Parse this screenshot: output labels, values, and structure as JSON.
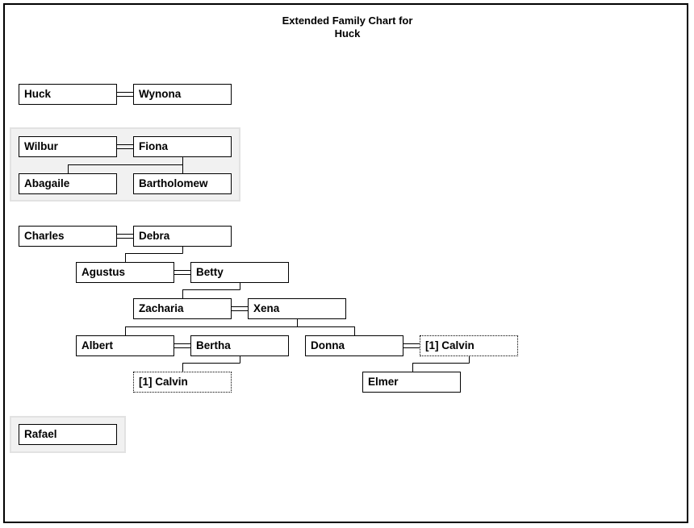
{
  "chart": {
    "title_line1": "Extended Family Chart for",
    "title_line2": "Huck"
  },
  "people": {
    "huck": "Huck",
    "wynona": "Wynona",
    "wilbur": "Wilbur",
    "fiona": "Fiona",
    "abagaile": "Abagaile",
    "bartholomew": "Bartholomew",
    "charles": "Charles",
    "debra": "Debra",
    "agustus": "Agustus",
    "betty": "Betty",
    "zacharia": "Zacharia",
    "xena": "Xena",
    "albert": "Albert",
    "bertha": "Bertha",
    "donna": "Donna",
    "calvin_ref_1": "[1] Calvin",
    "calvin_ref_2": "[1] Calvin",
    "elmer": "Elmer",
    "rafael": "Rafael"
  }
}
